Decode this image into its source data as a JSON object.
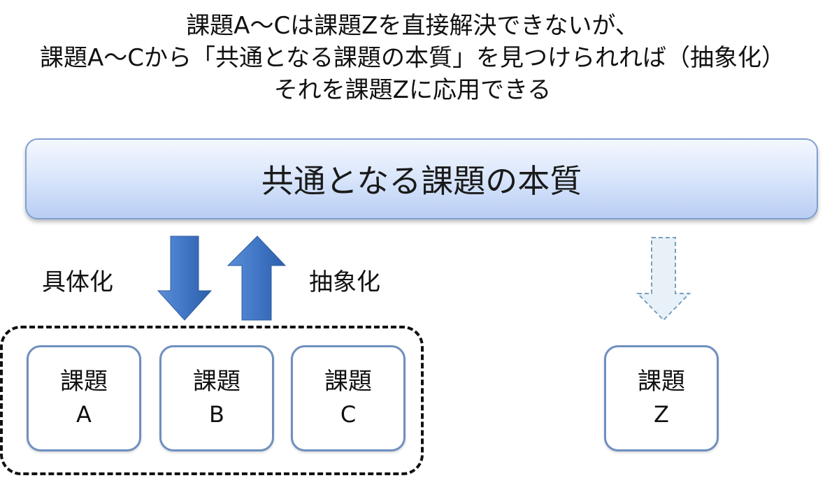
{
  "heading": {
    "line1": "課題A～Cは課題Zを直接解決できないが、",
    "line2": "課題A～Cから「共通となる課題の本質」を見つけられれば（抽象化）",
    "line3": "それを課題Zに応用できる"
  },
  "banner": {
    "label": "共通となる課題の本質"
  },
  "labels": {
    "concretize": "具体化",
    "abstract": "抽象化"
  },
  "boxes": [
    {
      "title": "課題",
      "letter": "A"
    },
    {
      "title": "課題",
      "letter": "B"
    },
    {
      "title": "課題",
      "letter": "C"
    },
    {
      "title": "課題",
      "letter": "Z"
    }
  ],
  "colors": {
    "arrow_solid": "#3f74c4",
    "arrow_dashed_fill": "#e8f1f8",
    "arrow_dashed_stroke": "#7aa0bf",
    "box_border": "#6f8fbf",
    "banner_border": "#7f9fd0"
  }
}
